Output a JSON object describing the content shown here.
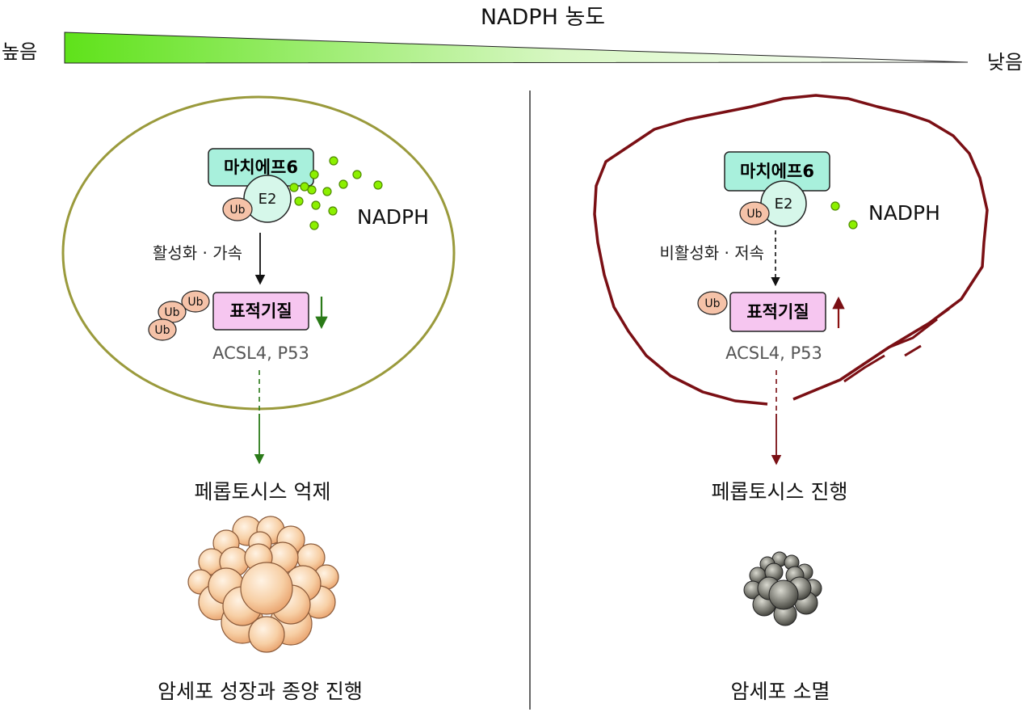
{
  "gradient": {
    "title": "NADPH 농도",
    "high_label": "높음",
    "low_label": "낮음",
    "start_color": "#5fe21a",
    "end_color": "#ffffff"
  },
  "left_panel": {
    "e3_label": "마치에프6",
    "e2_label": "E2",
    "ub_label": "Ub",
    "nadph_label": "NADPH",
    "arrow_label": "활성화 · 가속",
    "substrate_label": "표적기질",
    "substrate_names": "ACSL4, P53",
    "result_label": "페롭토시스 억제",
    "outcome_label": "암세포 성장과 종양 진행",
    "membrane_color": "#9a9a3c",
    "accent_color": "#2a7a18"
  },
  "right_panel": {
    "e3_label": "마치에프6",
    "e2_label": "E2",
    "ub_label": "Ub",
    "nadph_label": "NADPH",
    "arrow_label": "비활성화 · 저속",
    "substrate_label": "표적기질",
    "substrate_names": "ACSL4, P53",
    "result_label": "페롭토시스 진행",
    "outcome_label": "암세포 소멸",
    "membrane_color": "#7a0f14",
    "accent_color": "#8a1111"
  },
  "colors": {
    "e3_box": "#a8f0dc",
    "e2_circle": "#d6f7ea",
    "ub": "#f5c2a8",
    "substrate_box": "#f6c6f0",
    "nadph_dot": "#8cf000"
  },
  "icons": [
    "live-cell-cluster-icon",
    "dead-cell-cluster-icon",
    "up-arrow-icon",
    "down-arrow-icon"
  ]
}
